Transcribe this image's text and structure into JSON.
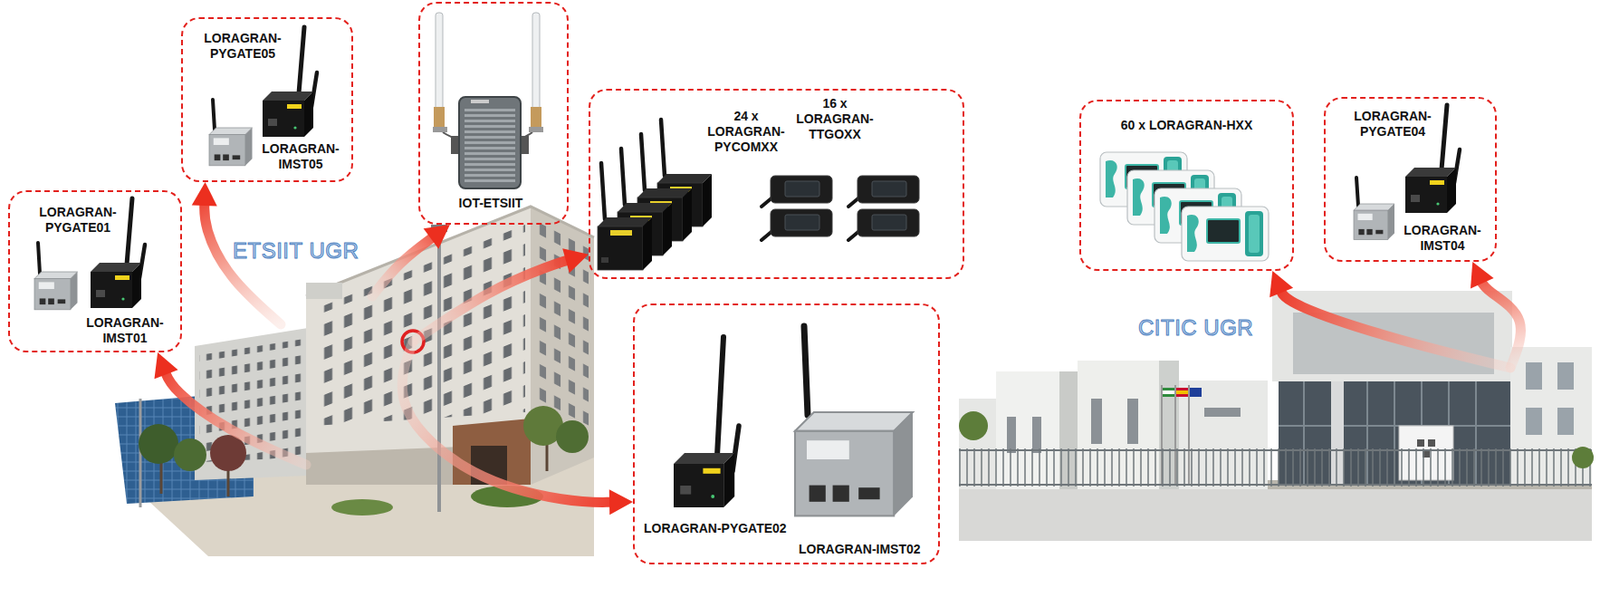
{
  "diagram": {
    "nodes": [
      {
        "text": [
          "ETSIIT UGR"
        ]
      },
      {
        "text": [
          "LORAGRAN-PYGATE05",
          "LORAGRAN-IMST05"
        ]
      },
      {
        "text": [
          "LORAGRAN-PYGATE01",
          "LORAGRAN-IMST01"
        ]
      },
      {
        "text": [
          "IOT-ETSIIT"
        ]
      },
      {
        "text": [
          "24 x LORAGRAN-PYCOMXX",
          "16 x LORAGRAN-TTGOXX"
        ]
      },
      {
        "text": [
          "LORAGRAN-PYGATE02",
          "LORAGRAN-IMST02"
        ]
      },
      {
        "text": [
          "CITIC UGR"
        ]
      },
      {
        "text": [
          "60 x LORAGRAN-HXX"
        ]
      },
      {
        "text": [
          "LORAGRAN-PYGATE04",
          "LORAGRAN-IMST04"
        ]
      }
    ],
    "edges": [
      {
        "from": 0,
        "to": 1,
        "arrow": "to"
      },
      {
        "from": 0,
        "to": 2,
        "arrow": "to"
      },
      {
        "from": 0,
        "to": 3,
        "arrow": "to"
      },
      {
        "from": 0,
        "to": 4,
        "arrow": "to"
      },
      {
        "from": 0,
        "to": 5,
        "arrow": "to"
      },
      {
        "from": 6,
        "to": 7,
        "arrow": "to"
      },
      {
        "from": 6,
        "to": 8,
        "arrow": "to"
      }
    ]
  }
}
